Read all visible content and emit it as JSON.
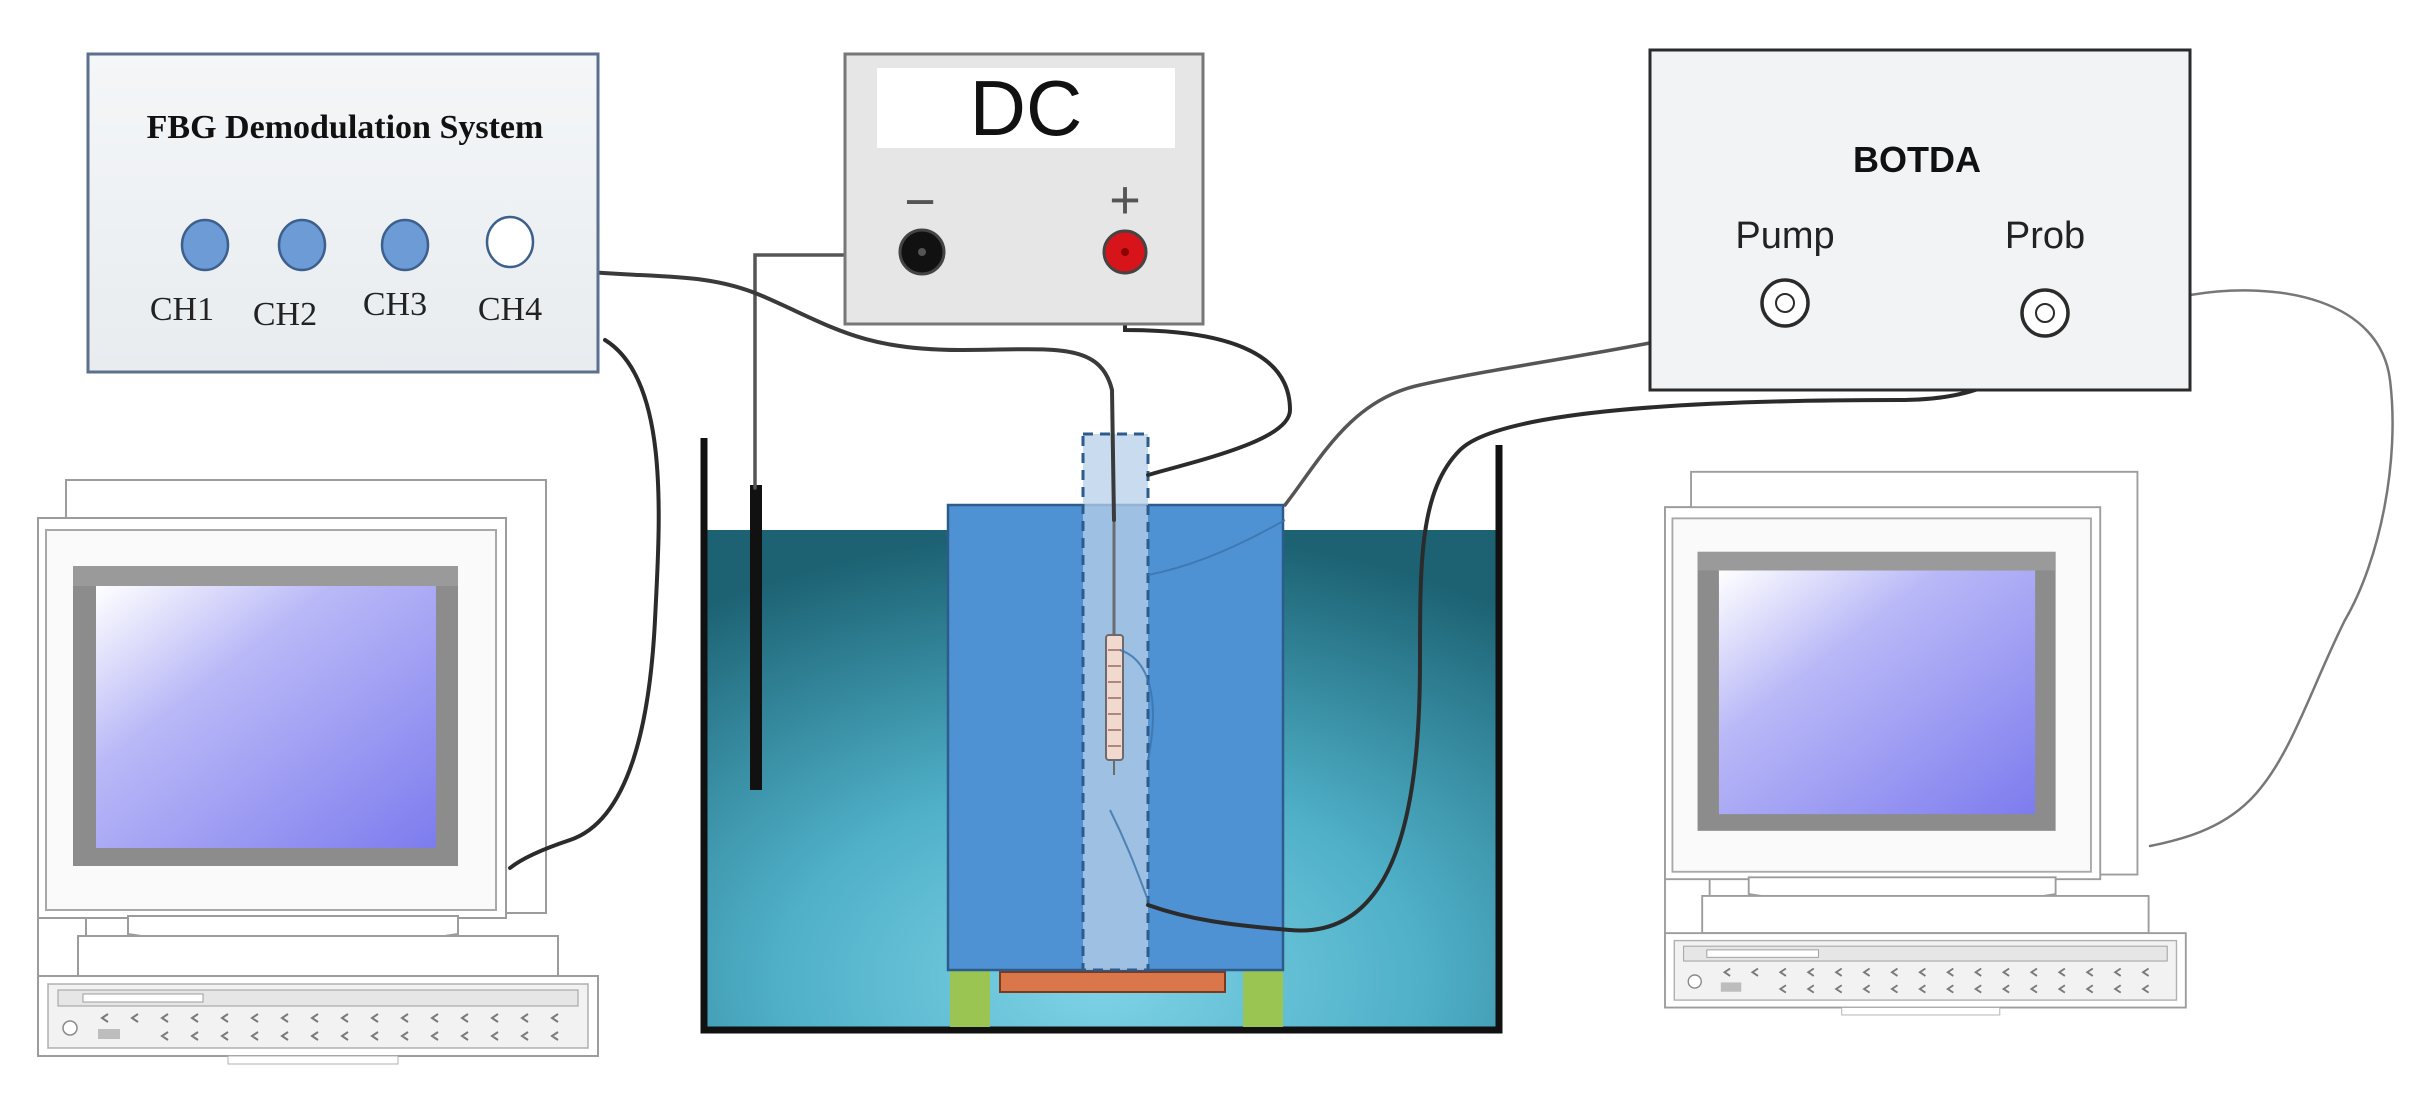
{
  "fbg": {
    "title": "FBG Demodulation System",
    "channels": [
      "CH1",
      "CH2",
      "CH3",
      "CH4"
    ]
  },
  "dc": {
    "label": "DC",
    "minus": "−",
    "plus": "+"
  },
  "botda": {
    "title": "BOTDA",
    "pump": "Pump",
    "prob": "Prob"
  },
  "colors": {
    "panel_border": "#5b6f8e",
    "channel_fill": "#6c9bd6",
    "water_light": "#67c0d6",
    "water_dark": "#1f6a7c",
    "specimen": "#4f92d4",
    "red_terminal": "#d8141b",
    "copper_plate": "#d9774a",
    "support": "#9ac552",
    "screen": "#8d8cf0"
  }
}
